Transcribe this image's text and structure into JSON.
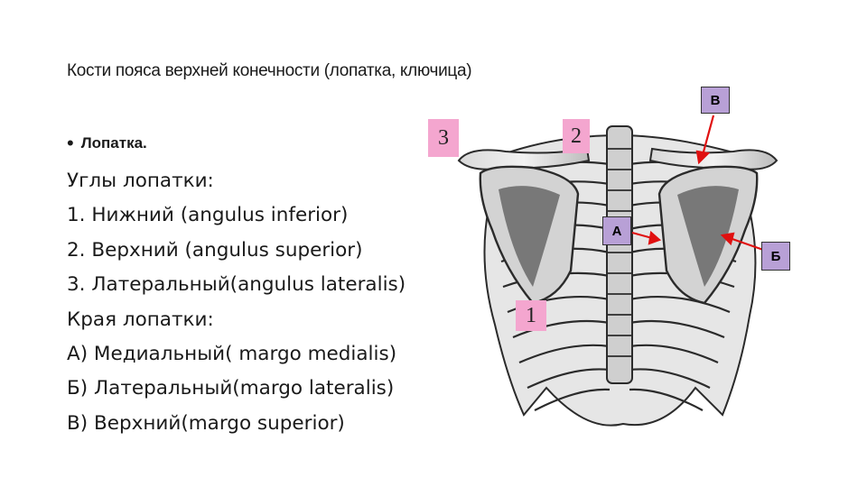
{
  "slide": {
    "title": "Кости пояса верхней конечности (лопатка, ключица)",
    "bullet": {
      "symbol": "•",
      "text": "Лопатка."
    },
    "lines": [
      "Углы лопатки:",
      "1.  Нижний (angulus inferior)",
      "2.  Верхний (angulus superior)",
      "3.  Латеральный(angulus lateralis)",
      "Края лопатки:",
      "А) Медиальный( margo medialis)",
      "Б) Латеральный(margo lateralis)",
      "В) Верхний(margo superior)"
    ]
  },
  "figure": {
    "number_tags": {
      "one": "1",
      "two": "2",
      "three": "3"
    },
    "letter_tags": {
      "a": "А",
      "b": "Б",
      "v": "В"
    },
    "colors": {
      "number_tag": "#f4a6cf",
      "letter_tag": "#b8a0d6",
      "arrow": "#e01010"
    }
  }
}
